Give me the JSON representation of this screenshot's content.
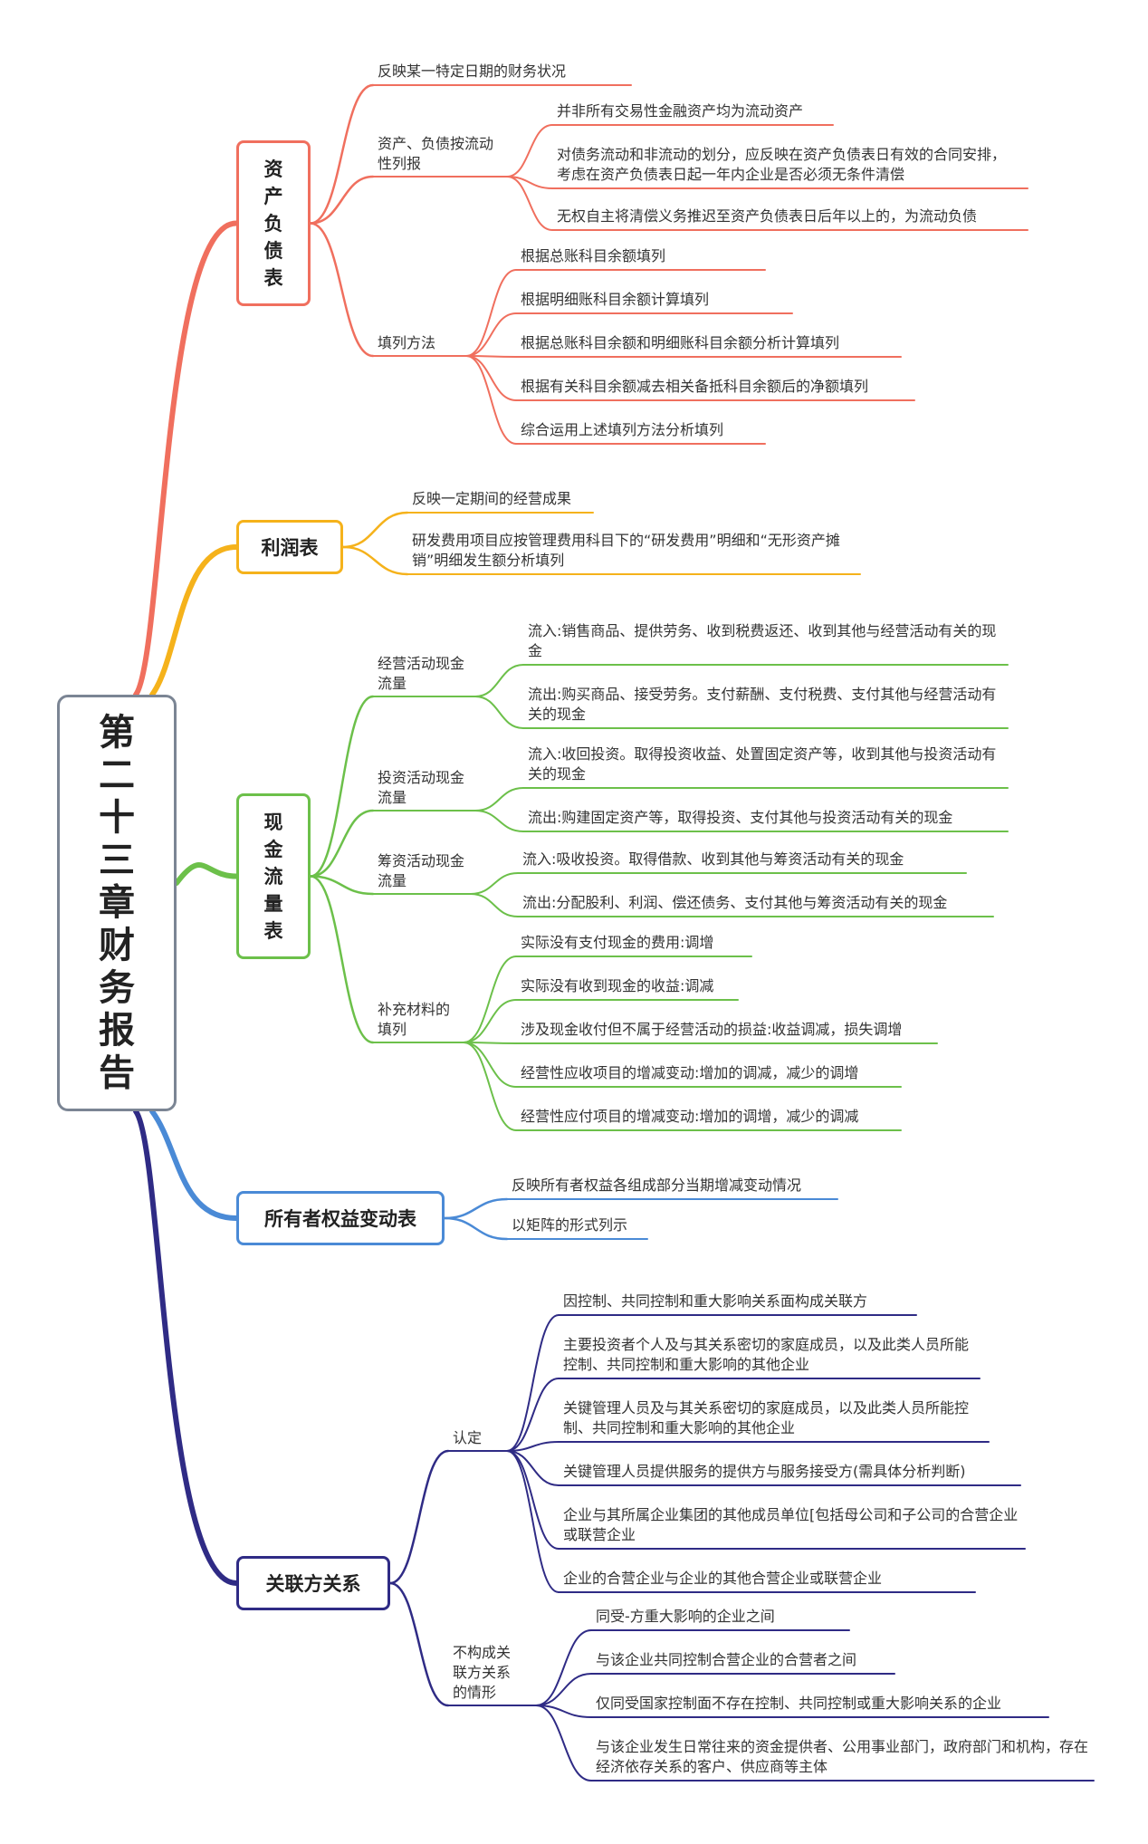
{
  "root": {
    "title": "第二十三章财务报告"
  },
  "branches": [
    {
      "label": "资产负债表",
      "color": "#f06f5e",
      "items": [
        {
          "text": "反映某一特定日期的财务状况"
        },
        {
          "label": "资产、负债按流动性列报",
          "items": [
            "并非所有交易性金融资产均为流动资产",
            "对债务流动和非流动的划分，应反映在资产负债表日有效的合同安排，考虑在资产负债表日起一年内企业是否必须无条件清偿",
            "无权自主将清偿义务推迟至资产负债表日后年以上的，为流动负债"
          ]
        },
        {
          "label": "填列方法",
          "items": [
            "根据总账科目余额填列",
            "根据明细账科目余额计算填列",
            "根据总账科目余额和明细账科目余额分析计算填列",
            "根据有关科目余额减去相关备抵科目余额后的净额填列",
            "综合运用上述填列方法分析填列"
          ]
        }
      ]
    },
    {
      "label": "利润表",
      "color": "#f5b21b",
      "items": [
        {
          "text": "反映一定期间的经营成果"
        },
        {
          "text": "研发费用项目应按管理费用科目下的“研发费用”明细和“无形资产摊销”明细发生额分析填列"
        }
      ]
    },
    {
      "label": "现金流量表",
      "color": "#6cc04a",
      "items": [
        {
          "label": "经营活动现金流量",
          "items": [
            "流入:销售商品、提供劳务、收到税费返还、收到其他与经营活动有关的现金",
            "流出:购买商品、接受劳务。支付薪酬、支付税费、支付其他与经营活动有关的现金"
          ]
        },
        {
          "label": "投资活动现金流量",
          "items": [
            "流入:收回投资。取得投资收益、处置固定资产等，收到其他与投资活动有关的现金",
            "流出:购建固定资产等，取得投资、支付其他与投资活动有关的现金"
          ]
        },
        {
          "label": "筹资活动现金流量",
          "items": [
            "流入:吸收投资。取得借款、收到其他与筹资活动有关的现金",
            "流出:分配股利、利润、偿还债务、支付其他与筹资活动有关的现金"
          ]
        },
        {
          "label": "补充材料的填列",
          "items": [
            "实际没有支付现金的费用:调增",
            "实际没有收到现金的收益:调减",
            "涉及现金收付但不属于经营活动的损益:收益调减，损失调增",
            "经营性应收项目的增减变动:增加的调减，减少的调增",
            "经营性应付项目的增减变动:增加的调增，减少的调减"
          ]
        }
      ]
    },
    {
      "label": "所有者权益变动表",
      "color": "#4a8ad6",
      "items": [
        {
          "text": "反映所有者权益各组成部分当期增减变动情况"
        },
        {
          "text": "以矩阵的形式列示"
        }
      ]
    },
    {
      "label": "关联方关系",
      "color": "#2f2b85",
      "items": [
        {
          "label": "认定",
          "items": [
            "因控制、共同控制和重大影响关系面构成关联方",
            "主要投资者个人及与其关系密切的家庭成员，以及此类人员所能控制、共同控制和重大影响的其他企业",
            "关键管理人员及与其关系密切的家庭成员，以及此类人员所能控制、共同控制和重大影响的其他企业",
            "关键管理人员提供服务的提供方与服务接受方(需具体分析判断)",
            "企业与其所属企业集团的其他成员单位[包括母公司和子公司的合营企业或联营企业",
            "企业的合营企业与企业的其他合营企业或联营企业"
          ]
        },
        {
          "label": "不构成关联方关系的情形",
          "items": [
            "同受-方重大影响的企业之间",
            "与该企业共同控制合营企业的合营者之间",
            "仅同受国家控制面不存在控制、共同控制或重大影响关系的企业",
            "与该企业发生日常往来的资金提供者、公用事业部门，政府部门和机构，存在经济依存关系的客户、供应商等主体"
          ]
        }
      ]
    }
  ]
}
